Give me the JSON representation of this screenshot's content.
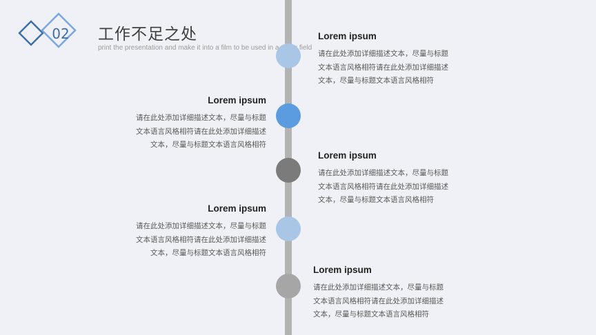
{
  "header": {
    "badge_number": "02",
    "title": "工作不足之处",
    "subtitle": "print the presentation and make it into a film to be used in a wider field"
  },
  "colors": {
    "background": "#f0f1f6",
    "axis": "#b3b3b3",
    "diamond_dark": "#3d6fa8",
    "diamond_light": "#7aa6dd"
  },
  "timeline": [
    {
      "heading": "Lorem ipsum",
      "lines": [
        "请在此处添加详细描述文本，尽量与标题",
        "文本语言风格相符请在此处添加详细描述",
        "文本，尽量与标题文本语言风格相符"
      ],
      "node_color": "#a9c6e6"
    },
    {
      "heading": "Lorem ipsum",
      "lines": [
        "请在此处添加详细描述文本，尽量与标题",
        "文本语言风格相符请在此处添加详细描述",
        "文本，尽量与标题文本语言风格相符"
      ],
      "node_color": "#5b9be0"
    },
    {
      "heading": "Lorem ipsum",
      "lines": [
        "请在此处添加详细描述文本，尽量与标题",
        "文本语言风格相符请在此处添加详细描述",
        "文本，尽量与标题文本语言风格相符"
      ],
      "node_color": "#7b7b7b"
    },
    {
      "heading": "Lorem ipsum",
      "lines": [
        "请在此处添加详细描述文本，尽量与标题",
        "文本语言风格相符请在此处添加详细描述",
        "文本，尽量与标题文本语言风格相符"
      ],
      "node_color": "#a9c6e6"
    },
    {
      "heading": "Lorem ipsum",
      "lines": [
        "请在此处添加详细描述文本，尽量与标题",
        "文本语言风格相符请在此处添加详细描述",
        "文本，尽量与标题文本语言风格相符"
      ],
      "node_color": "#a6a6a6"
    }
  ]
}
